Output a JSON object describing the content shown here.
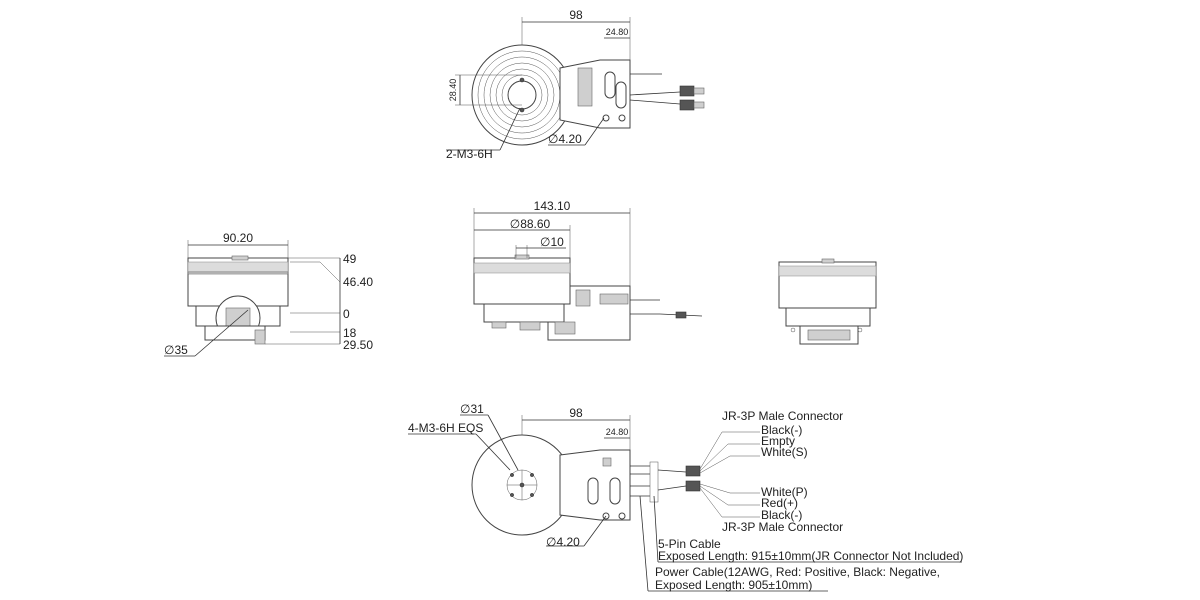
{
  "top_view": {
    "width_98": "98",
    "width_24_80": "24.80",
    "height_28_40": "28.40",
    "thread_2m3": "2-M3-6H",
    "hole_dia_4_20": "∅4.20"
  },
  "side_view": {
    "width_90_20": "90.20",
    "h_49": "49",
    "h_46_40": "46.40",
    "h_0": "0",
    "h_18": "18",
    "h_29_50": "29.50",
    "dia_35": "∅35"
  },
  "front_view": {
    "length_143_10": "143.10",
    "dia_88_60": "∅88.60",
    "dia_10": "∅10"
  },
  "bottom_view": {
    "dia_31": "∅31",
    "thread_4m3": "4-M3-6H EQS",
    "width_98": "98",
    "width_24_80": "24.80",
    "hole_dia_4_20": "∅4.20",
    "connector_top": "JR-3P Male Connector",
    "wire_black_top": "Black(-)",
    "wire_empty": "Empty",
    "wire_white_s": "White(S)",
    "wire_white_p": "White(P)",
    "wire_red": "Red(+)",
    "wire_black_bottom": "Black(-)",
    "connector_bottom": "JR-3P Male Connector",
    "cable_5pin": "5-Pin Cable",
    "cable_5pin_len": "Exposed Length: 915±10mm(JR Connector Not Included)",
    "power_cable": "Power Cable(12AWG, Red: Positive, Black: Negative,",
    "power_cable_len": "Exposed Length: 905±10mm)"
  }
}
